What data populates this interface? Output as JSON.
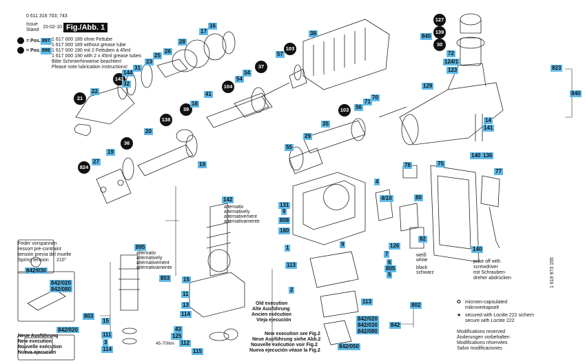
{
  "header": {
    "part_number": "0 611 316 703; 743",
    "issue_label": "Issue",
    "stand_label": "Stand",
    "issue_date": "15-02-10",
    "fig": "Fig./Abb. 1"
  },
  "grease": {
    "pos897_label": "= Pos.",
    "pos897_num": "897",
    "pos898_label": "= Pos.",
    "pos898_num": "898",
    "lines": [
      "1 617 000 189 ohne Fettube",
      "1 617 000 189 without grease tube",
      "1 617 000 190 mit 2 Fettuben à 45ml",
      "1 617 000 190 with 2 x 45ml grease tubes",
      "Bitte Schmierhinweise beachten!",
      "Please note lubrication instructions!"
    ]
  },
  "callouts": {
    "l16": "16",
    "l17": "17",
    "l28": "28",
    "l26": "26",
    "l25": "25",
    "l23": "23",
    "l31": "31",
    "l144": "144",
    "l143": "143",
    "l32": "32",
    "l38": "38",
    "l57": "57",
    "l54": "54",
    "l34": "34",
    "l41": "41",
    "l18": "18",
    "l21": "21",
    "l22": "22",
    "l20": "20",
    "l19": "19",
    "l19b": "19",
    "l27": "27",
    "l35": "35",
    "l29": "29",
    "l55": "55",
    "l56": "56",
    "l71": "71",
    "l70": "70",
    "l127": "127",
    "l139": "139",
    "l845": "845",
    "l72": "72",
    "l124": "124/1",
    "l123": "123",
    "l823": "823",
    "l129": "129",
    "l840": "840",
    "l14": "14",
    "l141": "141",
    "l140": "140",
    "l136": "136",
    "l75": "75",
    "l77": "77",
    "l78": "78",
    "l4": "4",
    "l410": "4/10",
    "l80": "80",
    "l131": "131",
    "l9a": "9",
    "l808": "808",
    "l180": "180",
    "l1": "1",
    "l9b": "9",
    "l126": "126",
    "l7": "7",
    "l6": "6",
    "l805": "805",
    "l5": "5",
    "l82": "82",
    "l113": "113",
    "l113b": "113",
    "l2": "2",
    "l802": "802",
    "l142": "142",
    "l895": "895",
    "l803a": "803",
    "l15a": "15",
    "l11": "11",
    "l13": "13",
    "l114": "114",
    "l43": "43",
    "l125": "125",
    "l112": "112",
    "l115": "115",
    "l803b": "803",
    "l15b": "15",
    "l111": "111",
    "l3": "3",
    "l114b": "114",
    "l842030": "842/030",
    "l842020": "842/020",
    "l842080": "842/080",
    "l842020b": "842/020",
    "l842020c": "842/020",
    "l842030c": "842/030",
    "l842080c": "842/080",
    "l842": "842",
    "l842050": "842/050",
    "l140b": "140"
  },
  "circles": {
    "c21": "21",
    "c143": "143",
    "c37": "37",
    "c103": "103",
    "c104": "104",
    "c39": "39",
    "c138": "138",
    "c36": "36",
    "c824": "824",
    "c103b": "103",
    "c127": "127",
    "c139": "139",
    "c30": "30"
  },
  "alt": {
    "a142": [
      "alternativ",
      "alternatively",
      "alternativement",
      "alternativamente"
    ],
    "a895": [
      "alternativ",
      "alternatively",
      "alternativement",
      "alternativamente"
    ]
  },
  "spring": {
    "lines": [
      "Feder vorspannen",
      "ressort pré-contraint",
      "tensión previa del muelle",
      "Spring tension"
    ],
    "angle": "210°"
  },
  "dimension": "45-70Nm",
  "wires": {
    "white": "weiß",
    "white2": "white",
    "black": "black",
    "black2": "schwarz"
  },
  "prise": [
    "prise off with",
    "screwdriver",
    "mit Schrauben-",
    "dreher abdrücken"
  ],
  "execution": {
    "old": [
      "Old execution",
      "Alte Ausführung",
      "Ancien exécution",
      "Vieja ejecución"
    ],
    "new": [
      "New execution see Fig.2",
      "Neue Ausführung siehe Abb.2",
      "Nouvelle exécution voir Fig.2",
      "Nueva ejecución véase la Fig.2"
    ],
    "new_left": [
      "Neue Ausführung",
      "New execution",
      "Nouvelle exécution",
      "Nueva ejecución"
    ]
  },
  "legend": {
    "microen": [
      "microen-capsulated",
      "mikroverkapselt"
    ],
    "loctite": [
      "secured with Loctite 222 sichern",
      "secure with Loctite 222"
    ],
    "mods": [
      "Modifications reserved",
      "Änderungen vorbehalten",
      "Modifications réservées",
      "Salvo modificaciones"
    ]
  },
  "doc_number": "1 619 973 155"
}
